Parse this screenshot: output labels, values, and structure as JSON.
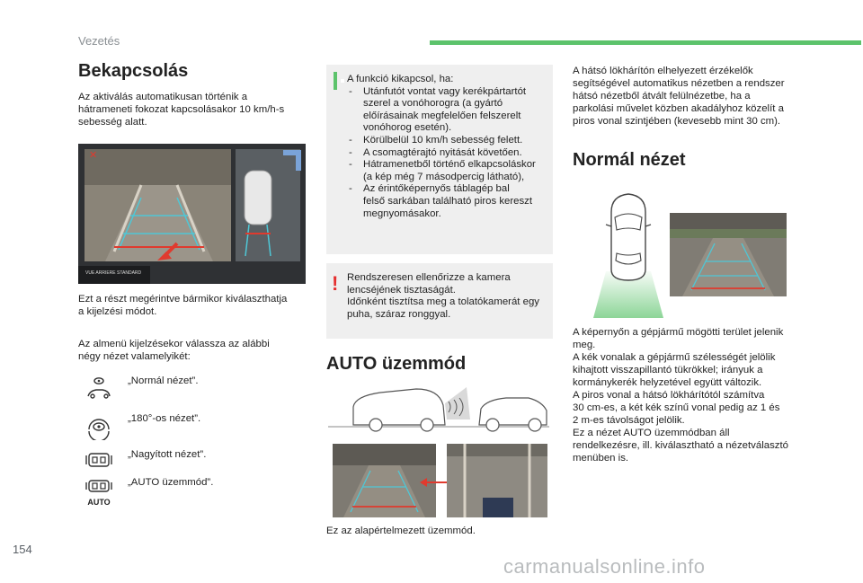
{
  "header": {
    "section": "Vezetés",
    "accent_color": "#5cc36b"
  },
  "left": {
    "title": "Bekapcsolás",
    "intro": [
      "Az aktiválás automatikusan történik a",
      "hátrameneti fokozat kapcsolásakor 10 km/h-s",
      "sebesség alatt."
    ],
    "screen_caption": "VUE ARRIERE STANDARD",
    "after_image": [
      "Ezt a részt megérintve bármikor kiválaszthatja",
      "a kijelzési módot."
    ],
    "submenu": [
      "Az almenü kijelzésekor válassza az alábbi",
      "négy nézet valamelyikét:"
    ],
    "options": [
      {
        "label": "„Normál nézet”.",
        "icon": "normal-view-icon"
      },
      {
        "label": "„180°-os nézet”.",
        "icon": "180-view-icon"
      },
      {
        "label": "„Nagyított nézet”.",
        "icon": "zoom-view-icon"
      },
      {
        "label": "„AUTO üzemmód”.",
        "icon": "auto-mode-icon",
        "icon_text": "AUTO"
      }
    ]
  },
  "middle": {
    "info_title": "A funkció kikapcsol, ha:",
    "info_items": [
      [
        "Utánfutót vontat vagy kerékpártartót",
        "szerel a vonóhorogra (a gyártó",
        "előírásainak megfelelően felszerelt",
        "vonóhorog esetén)."
      ],
      [
        "Körülbelül 10 km/h sebesség felett."
      ],
      [
        "A csomagtérajtó nyitását követően."
      ],
      [
        "Hátramenetből történő elkapcsoláskor",
        "(a kép még 7 másodpercig látható),"
      ],
      [
        "Az érintőképernyős táblagép bal",
        "felső sarkában található piros kereszt",
        "megnyomásakor."
      ]
    ],
    "warn_lines": [
      "Rendszeresen ellenőrizze a kamera",
      "lencséjének tisztaságát.",
      "Időnként tisztítsa meg a tolatókamerát egy",
      "puha, száraz ronggyal."
    ],
    "auto_title": "AUTO üzemmód",
    "auto_caption": "Ez az alapértelmezett üzemmód."
  },
  "right": {
    "intro": [
      "A hátsó lökhárítón elhelyezett érzékelők",
      "segítségével automatikus nézetben a rendszer",
      "hátsó nézetből átvált felülnézetbe, ha a",
      "parkolási művelet közben akadályhoz közelít a",
      "piros vonal szintjében (kevesebb mint 30 cm)."
    ],
    "normal_title": "Normál nézet",
    "desc": [
      "A képernyőn a gépjármű mögötti terület jelenik",
      "meg.",
      "A kék vonalak a gépjármű szélességét jelölik",
      "kihajtott visszapillantó tükrökkel; irányuk a",
      "kormánykerék helyzetével együtt változik.",
      "A piros vonal a hátsó lökhárítótól számítva",
      "30 cm-es, a két kék színű vonal pedig az 1 és",
      "2 m-es távolságot jelölik.",
      "Ez a nézet AUTO üzemmódban áll",
      "rendelkezésre, ill. kiválasztható a nézetválasztó",
      "menüben is."
    ]
  },
  "footer": {
    "page_number": "154",
    "watermark": "carmanualsonline.info"
  }
}
